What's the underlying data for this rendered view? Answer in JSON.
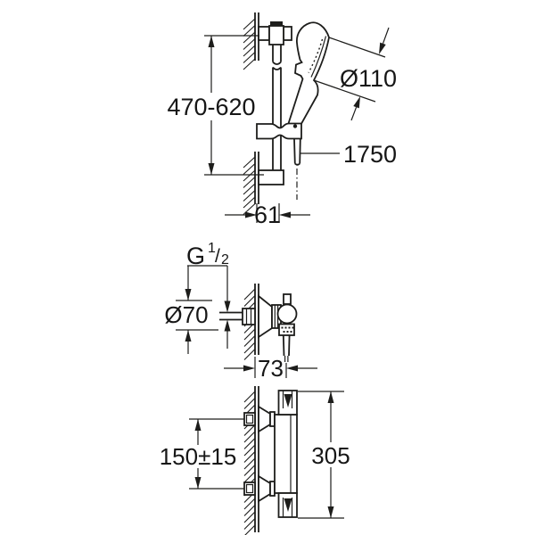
{
  "colors": {
    "line": "#1d1d1b",
    "background": "#ffffff"
  },
  "shower_rail_view": {
    "rail_height_range": "470-620",
    "handshower_diameter": "Ø110",
    "hose_length": "1750",
    "wall_offset": "61"
  },
  "wall_union_view": {
    "thread_prefix": "G",
    "thread_numerator": "1",
    "thread_slash": "/",
    "thread_denominator": "2",
    "escutcheon_diameter": "Ø70",
    "projection": "73"
  },
  "mixer_view": {
    "inlet_center_distance": "150±15",
    "overall_length": "305"
  }
}
